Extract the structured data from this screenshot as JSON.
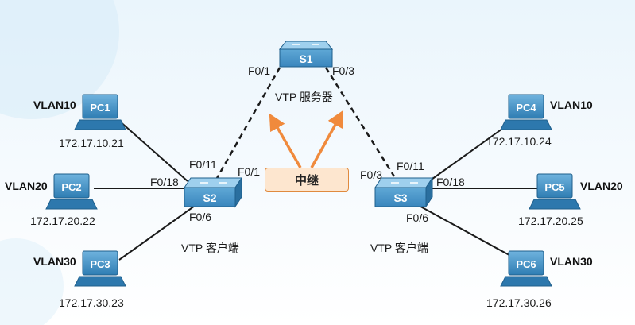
{
  "switches": {
    "s1": {
      "label": "S1",
      "caption": "VTP 服务器"
    },
    "s2": {
      "label": "S2",
      "caption": "VTP 客户端"
    },
    "s3": {
      "label": "S3",
      "caption": "VTP 客户端"
    }
  },
  "ports": {
    "s1_f01": "F0/1",
    "s1_f03": "F0/3",
    "s2_f011": "F0/11",
    "s2_f01": "F0/1",
    "s2_f018": "F0/18",
    "s2_f06": "F0/6",
    "s3_f03": "F0/3",
    "s3_f011": "F0/11",
    "s3_f018": "F0/18",
    "s3_f06": "F0/6"
  },
  "pcs": [
    {
      "label": "PC1",
      "vlan": "VLAN10",
      "ip": "172.17.10.21"
    },
    {
      "label": "PC2",
      "vlan": "VLAN20",
      "ip": "172.17.20.22"
    },
    {
      "label": "PC3",
      "vlan": "VLAN30",
      "ip": "172.17.30.23"
    },
    {
      "label": "PC4",
      "vlan": "VLAN10",
      "ip": "172.17.10.24"
    },
    {
      "label": "PC5",
      "vlan": "VLAN20",
      "ip": "172.17.20.25"
    },
    {
      "label": "PC6",
      "vlan": "VLAN30",
      "ip": "172.17.30.26"
    }
  ],
  "trunk_label": "中继",
  "colors": {
    "device": "#2a7ab0",
    "arrow": "#f08a3c",
    "link": "#1a1a1a"
  }
}
